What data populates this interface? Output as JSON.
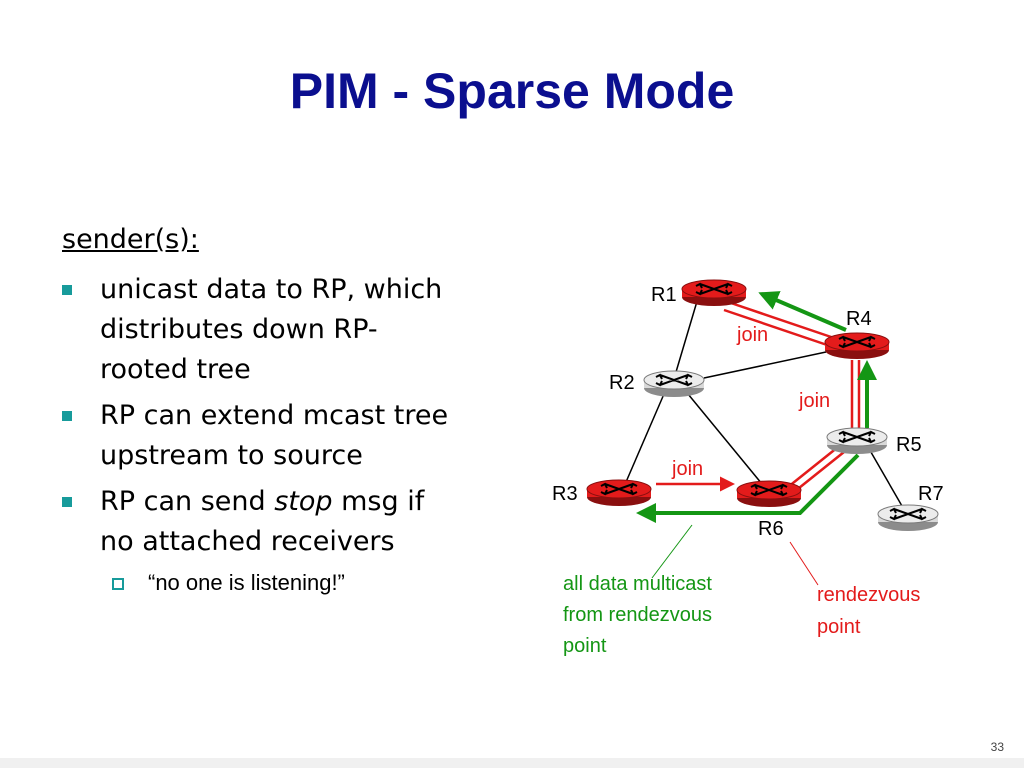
{
  "slide": {
    "title": "PIM - Sparse Mode",
    "heading": "sender(s):",
    "bullets": [
      {
        "lines": [
          "unicast data to RP, which",
          "distributes down RP-",
          "rooted tree"
        ]
      },
      {
        "lines": [
          "RP can extend mcast tree",
          "upstream to source"
        ]
      },
      {
        "before": "RP can send ",
        "italic": "stop",
        "after": " msg if",
        "line2": "no attached receivers"
      }
    ],
    "sub_bullet": "“no one is listening!”",
    "page_number": "33"
  },
  "diagram": {
    "routers": {
      "r1": {
        "label": "R1",
        "state": "rendezvous-path"
      },
      "r2": {
        "label": "R2",
        "state": "idle"
      },
      "r3": {
        "label": "R3",
        "state": "rendezvous-path"
      },
      "r4": {
        "label": "R4",
        "state": "rendezvous-path"
      },
      "r5": {
        "label": "R5",
        "state": "idle"
      },
      "r6": {
        "label": "R6",
        "state": "rendezvous-path"
      },
      "r7": {
        "label": "R7",
        "state": "idle"
      }
    },
    "join_labels": [
      "join",
      "join",
      "join"
    ],
    "callout_multicast": [
      "all data multicast",
      "from rendezvous",
      "point"
    ],
    "callout_rendezvous": [
      "rendezvous",
      "point"
    ],
    "colors": {
      "title": "#0b0f8f",
      "bullet_marker": "#179b9b",
      "router_active": "#e31b1b",
      "router_idle": "#d9d9d9",
      "join_path": "#e31b1b",
      "multicast_path": "#149614",
      "callout_multicast_text": "#149614",
      "callout_rendezvous_text": "#e31b1b"
    }
  }
}
